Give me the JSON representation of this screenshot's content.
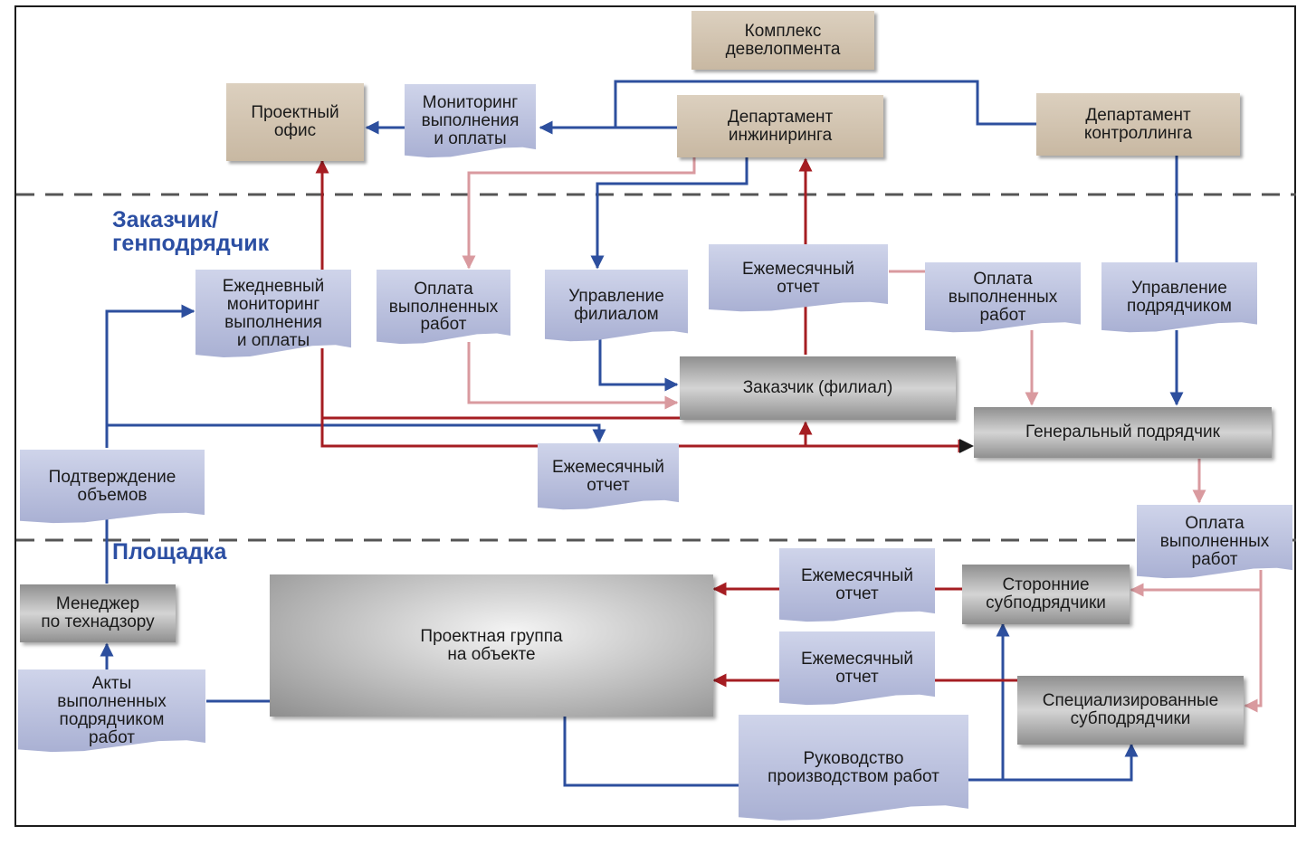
{
  "zones": {
    "customer": "Заказчик/\nгенподрядчик",
    "site": "Площадка"
  },
  "nodes": {
    "development": "Комплекс\nдевелопмента",
    "project_office": "Проектный\nофис",
    "monitoring": "Мониторинг\nвыполнения\nи оплаты",
    "engineering": "Департамент\nинжиниринга",
    "controlling": "Департамент\nконтроллинга",
    "daily_monitoring": "Ежедневный\nмониторинг\nвыполнения\nи оплаты",
    "payment_1": "Оплата\nвыполненных\nработ",
    "branch_mgmt": "Управление\nфилиалом",
    "monthly_1": "Ежемесячный\nотчет",
    "payment_2": "Оплата\nвыполненных\nработ",
    "contractor_mgmt": "Управление\nподрядчиком",
    "customer_branch": "Заказчик (филиал)",
    "general_contractor": "Генеральный подрядчик",
    "volume_confirm": "Подтверждение\nобъемов",
    "monthly_2": "Ежемесячный\nотчет",
    "payment_3": "Оплата\nвыполненных\nработ",
    "tech_manager": "Менеджер\nпо технадзору",
    "project_group": "Проектная группа\nна объекте",
    "monthly_3": "Ежемесячный\nотчет",
    "third_party": "Сторонние\nсубподрядчики",
    "monthly_4": "Ежемесячный\nотчет",
    "specialized": "Специализированные\nсубподрядчики",
    "acts": "Акты\nвыполненных\nподрядчиком\nработ",
    "works_mgmt": "Руководство\nпроизводством работ"
  },
  "colors": {
    "blue_line": "#2d4f9e",
    "red_line": "#a51d22",
    "pink_line": "#d99a9f",
    "zone_text": "#2c4fa3"
  }
}
